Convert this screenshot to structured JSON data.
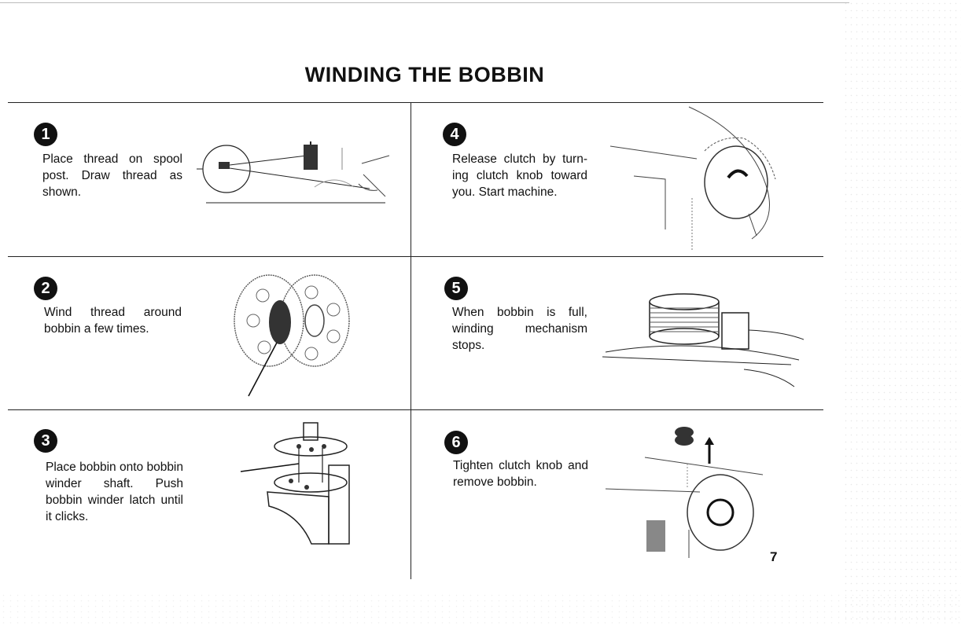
{
  "title": "WINDING THE BOBBIN",
  "page_number": "7",
  "steps": [
    {
      "number": "1",
      "text": "Place thread on spool post. Draw thread as shown."
    },
    {
      "number": "2",
      "text": "Wind thread around bobbin a few times."
    },
    {
      "number": "3",
      "text": "Place bobbin onto bobbin winder shaft. Push bobbin winder latch until it clicks."
    },
    {
      "number": "4",
      "text": "Release clutch by turn-ing clutch knob toward you. Start machine."
    },
    {
      "number": "5",
      "text": "When bobbin is full, winding mechanism stops."
    },
    {
      "number": "6",
      "text": "Tighten clutch knob and remove bobbin."
    }
  ]
}
